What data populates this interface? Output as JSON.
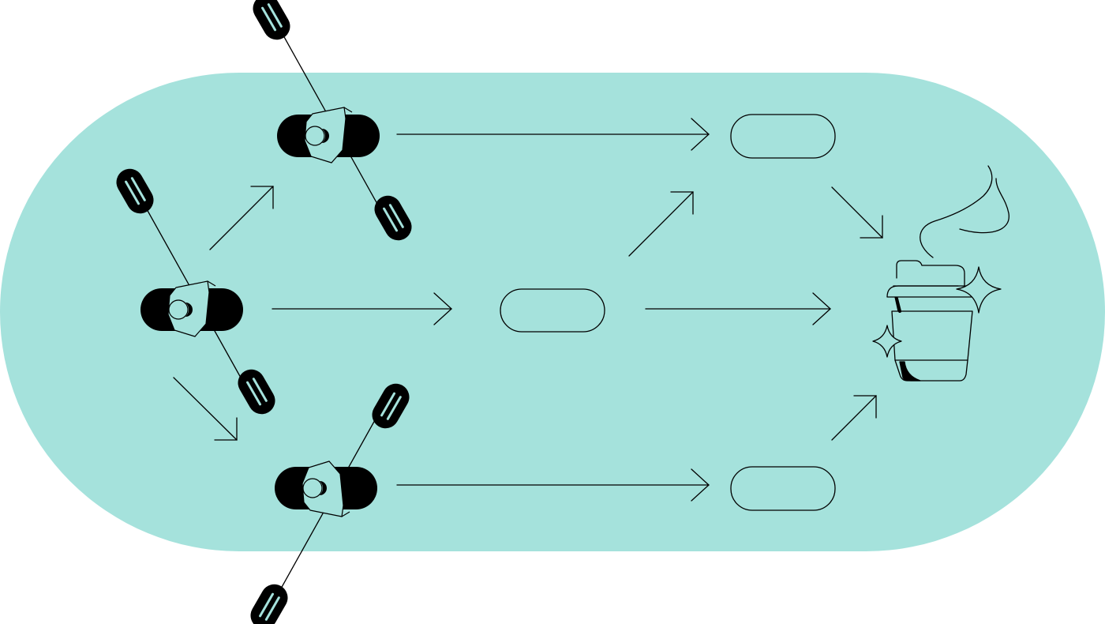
{
  "diagram": {
    "colors": {
      "background": "#ffffff",
      "pill": "#a5e2dc",
      "ink": "#000000",
      "accent": "#a5e2dc"
    },
    "nodes": [
      {
        "id": "start-kayaker",
        "icon": "kayaker-icon"
      },
      {
        "id": "top-kayaker",
        "icon": "kayaker-icon"
      },
      {
        "id": "bottom-kayaker",
        "icon": "kayaker-icon"
      },
      {
        "id": "middle-step",
        "label": ""
      },
      {
        "id": "top-step",
        "label": ""
      },
      {
        "id": "bottom-step",
        "label": ""
      },
      {
        "id": "goal",
        "icon": "coffee-cup-icon"
      }
    ],
    "edges": [
      {
        "from": "start-kayaker",
        "to": "top-kayaker"
      },
      {
        "from": "start-kayaker",
        "to": "middle-step"
      },
      {
        "from": "start-kayaker",
        "to": "bottom-kayaker"
      },
      {
        "from": "top-kayaker",
        "to": "top-step"
      },
      {
        "from": "bottom-kayaker",
        "to": "bottom-step"
      },
      {
        "from": "middle-step",
        "to": "top-step"
      },
      {
        "from": "middle-step",
        "to": "goal"
      },
      {
        "from": "top-step",
        "to": "goal"
      },
      {
        "from": "bottom-step",
        "to": "goal"
      }
    ]
  }
}
